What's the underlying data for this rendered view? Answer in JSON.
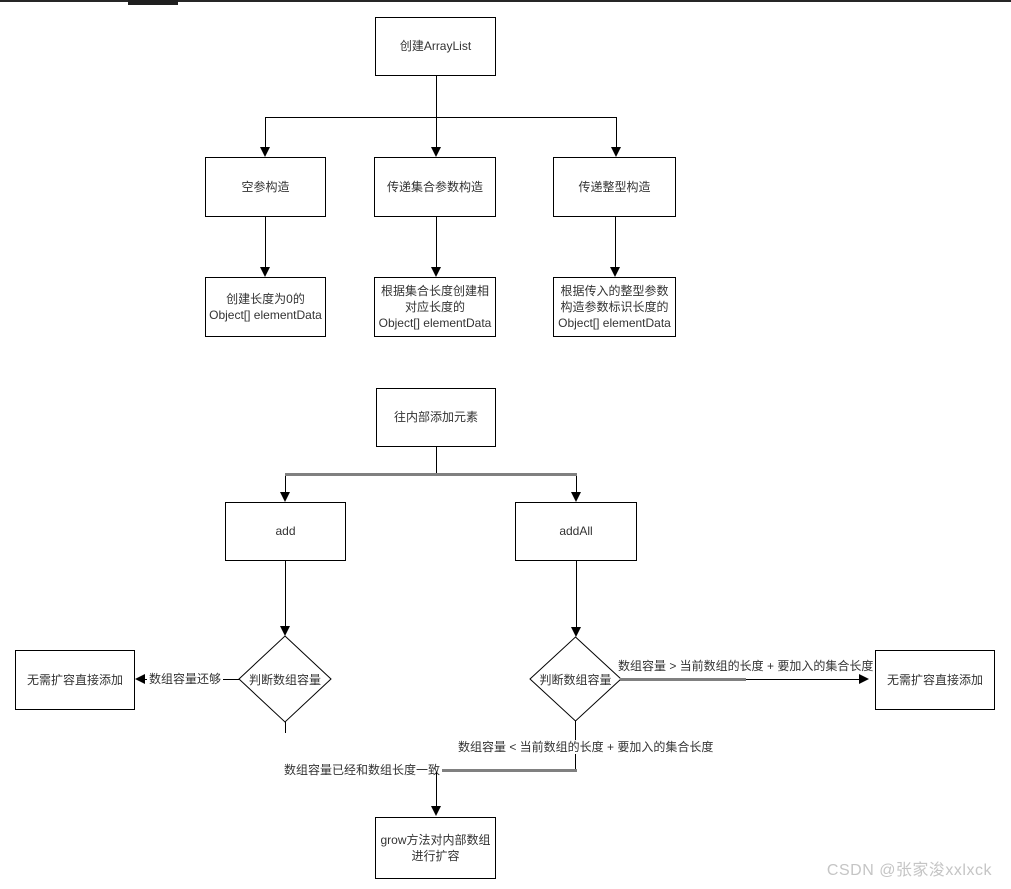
{
  "flowchart": {
    "nodes": {
      "create_arraylist": "创建ArrayList",
      "empty_ctor": "空参构造",
      "collection_ctor": "传递集合参数构造",
      "int_ctor": "传递整型构造",
      "empty_ctor_result": "创建长度为0的\nObject[] elementData",
      "collection_ctor_result": "根据集合长度创建相\n对应长度的\nObject[] elementData",
      "int_ctor_result": "根据传入的整型参数\n构造参数标识长度的\nObject[] elementData",
      "add_elements": "往内部添加元素",
      "add_method": "add",
      "addall_method": "addAll",
      "judge_capacity_add": "判断数组容量",
      "judge_capacity_addall": "判断数组容量",
      "no_expand_add": "无需扩容直接添加",
      "no_expand_addall": "无需扩容直接添加",
      "grow_method": "grow方法对内部数组\n进行扩容"
    },
    "edge_labels": {
      "capacity_enough": "数组容量还够",
      "capacity_greater": "数组容量 > 当前数组的长度 + 要加入的集合长度",
      "capacity_less": "数组容量 < 当前数组的长度 + 要加入的集合长度",
      "capacity_equal_length": "数组容量已经和数组长度一致"
    },
    "colors": {
      "line": "#000000",
      "emphasis_line": "#808080",
      "node_border": "#000000",
      "node_fill": "#ffffff",
      "text": "#333333"
    }
  },
  "watermark": {
    "text": "CSDN @张家浚xxlxck",
    "color": "#c5c5c5"
  }
}
